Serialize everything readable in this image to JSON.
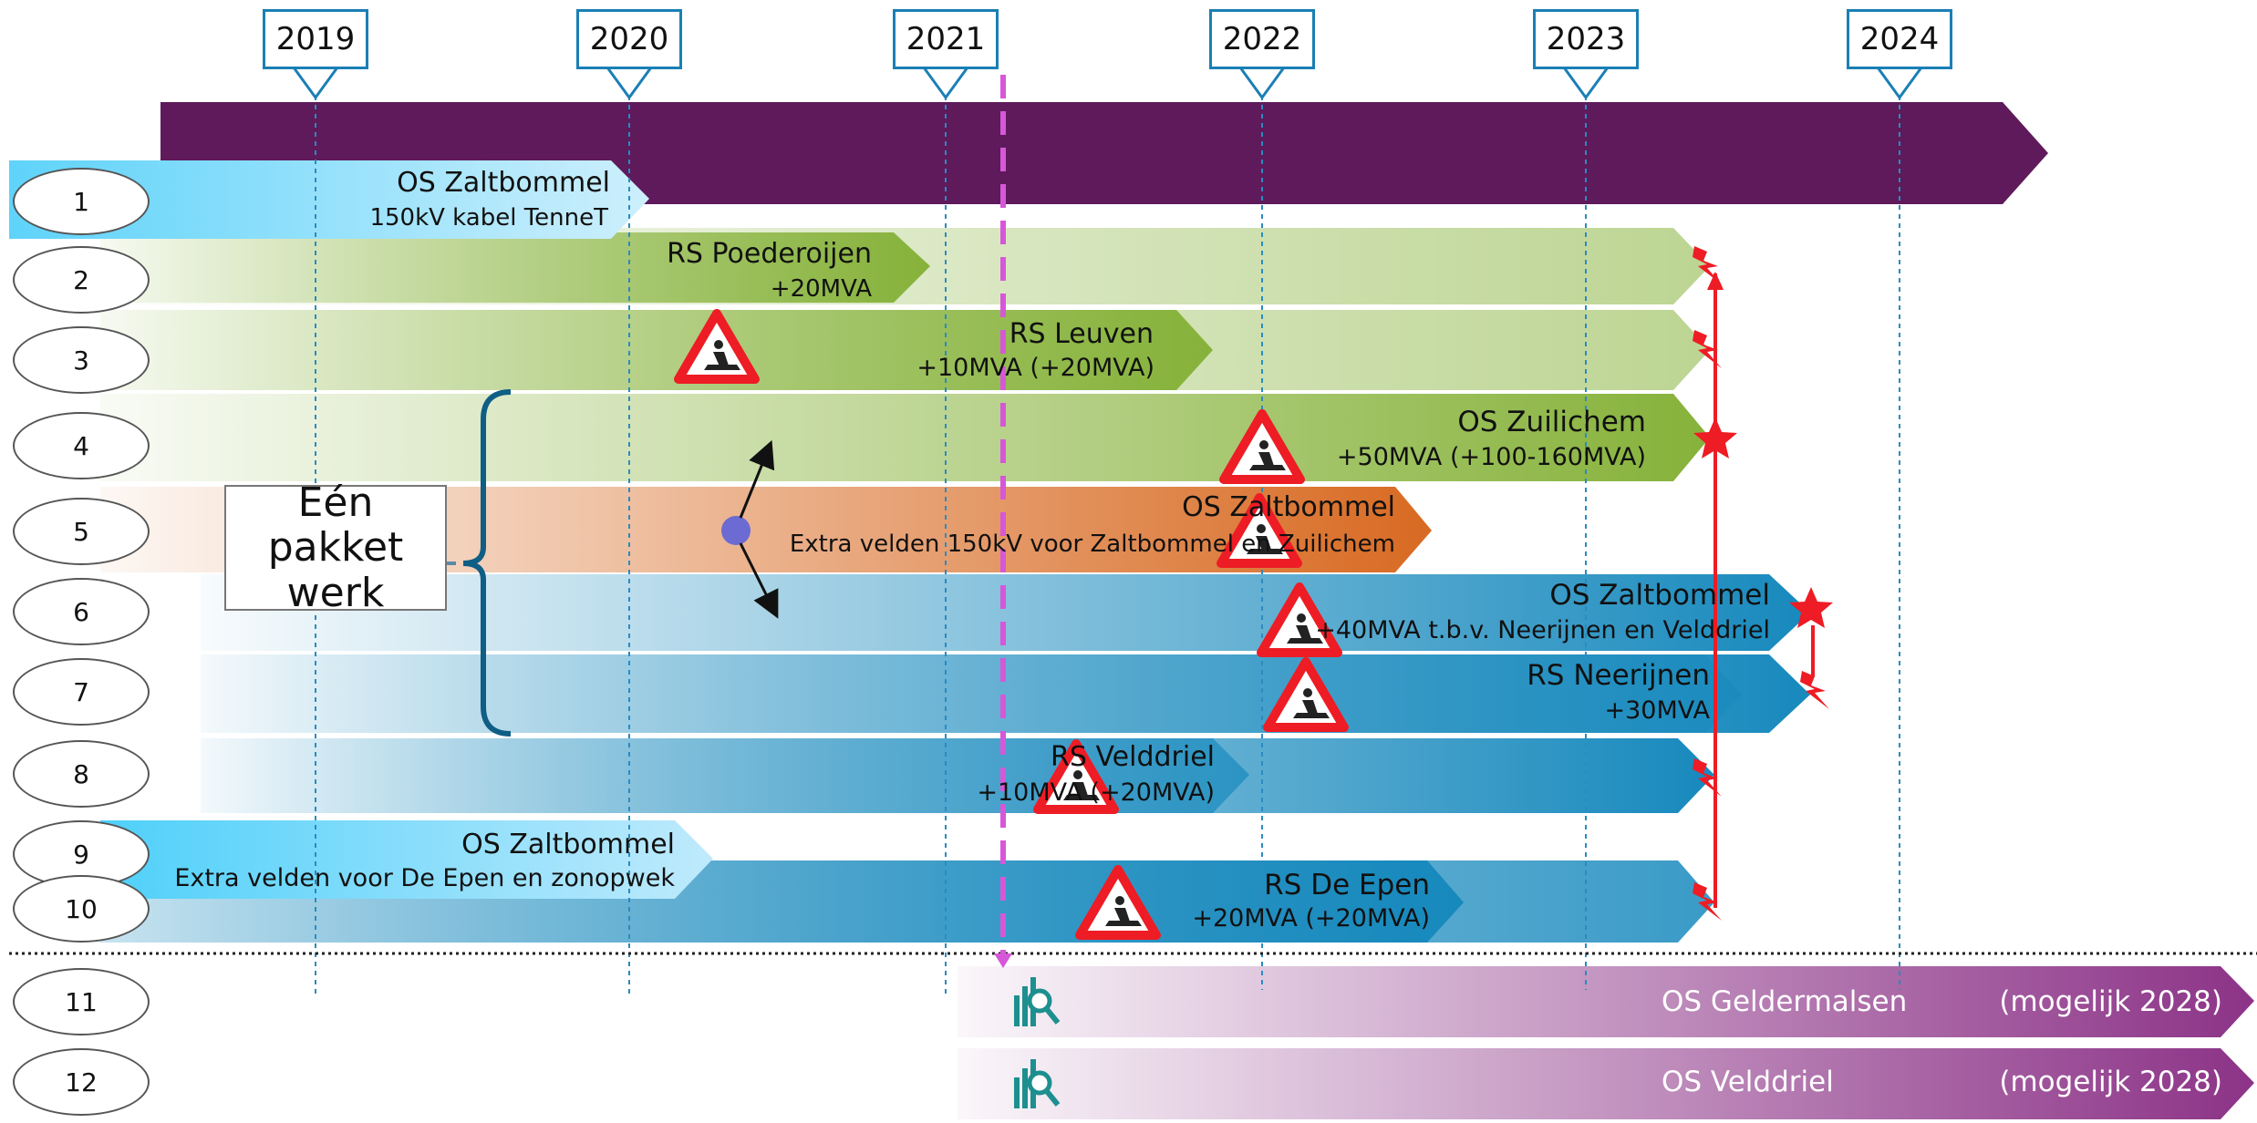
{
  "years": [
    "2019",
    "2020",
    "2021",
    "2022",
    "2023",
    "2024"
  ],
  "row_numbers": [
    "1",
    "2",
    "3",
    "4",
    "5",
    "6",
    "7",
    "8",
    "9",
    "10",
    "11",
    "12"
  ],
  "group_label": "Eén pakket werk",
  "bars": [
    {
      "id": "row1",
      "line1": "OS Zaltbommel",
      "line2": "150kV kabel TenneT"
    },
    {
      "id": "row2",
      "line1": "RS Poederoijen",
      "line2": "+20MVA"
    },
    {
      "id": "row3",
      "line1": "RS Leuven",
      "line2": "+10MVA (+20MVA)"
    },
    {
      "id": "row4",
      "line1": "OS Zuilichem",
      "line2": "+50MVA (+100-160MVA)"
    },
    {
      "id": "row5",
      "line1": "OS Zaltbommel",
      "line2": "Extra velden 150kV voor Zaltbommel en Zuilichem"
    },
    {
      "id": "row6",
      "line1": "OS Zaltbommel",
      "line2": "+40MVA t.b.v. Neerijnen en Velddriel"
    },
    {
      "id": "row7",
      "line1": "RS Neerijnen",
      "line2": "+30MVA"
    },
    {
      "id": "row8",
      "line1": "RS Velddriel",
      "line2": "+10MVA (+20MVA)"
    },
    {
      "id": "row9",
      "line1": "OS Zaltbommel",
      "line2": "Extra velden voor De Epen en zonopwek"
    },
    {
      "id": "row10",
      "line1": "RS De Epen",
      "line2": "+20MVA (+20MVA)"
    },
    {
      "id": "row11",
      "line1": "OS Geldermalsen",
      "line2": "(mogelijk 2028)"
    },
    {
      "id": "row12",
      "line1": "OS Velddriel",
      "line2": "(mogelijk 2028)"
    }
  ],
  "colors": {
    "timeline": "#5e1a5b",
    "light_blue": "#3ec6f5",
    "green": "#86b23a",
    "orange": "#d86a22",
    "blue": "#1789bd",
    "purple": "#8c3387",
    "today_line": "#d757d9",
    "red": "#ee1c24"
  },
  "icons": [
    "roadworks-warning-icon",
    "lightning-icon",
    "star-icon",
    "study-magnifier-icon"
  ]
}
